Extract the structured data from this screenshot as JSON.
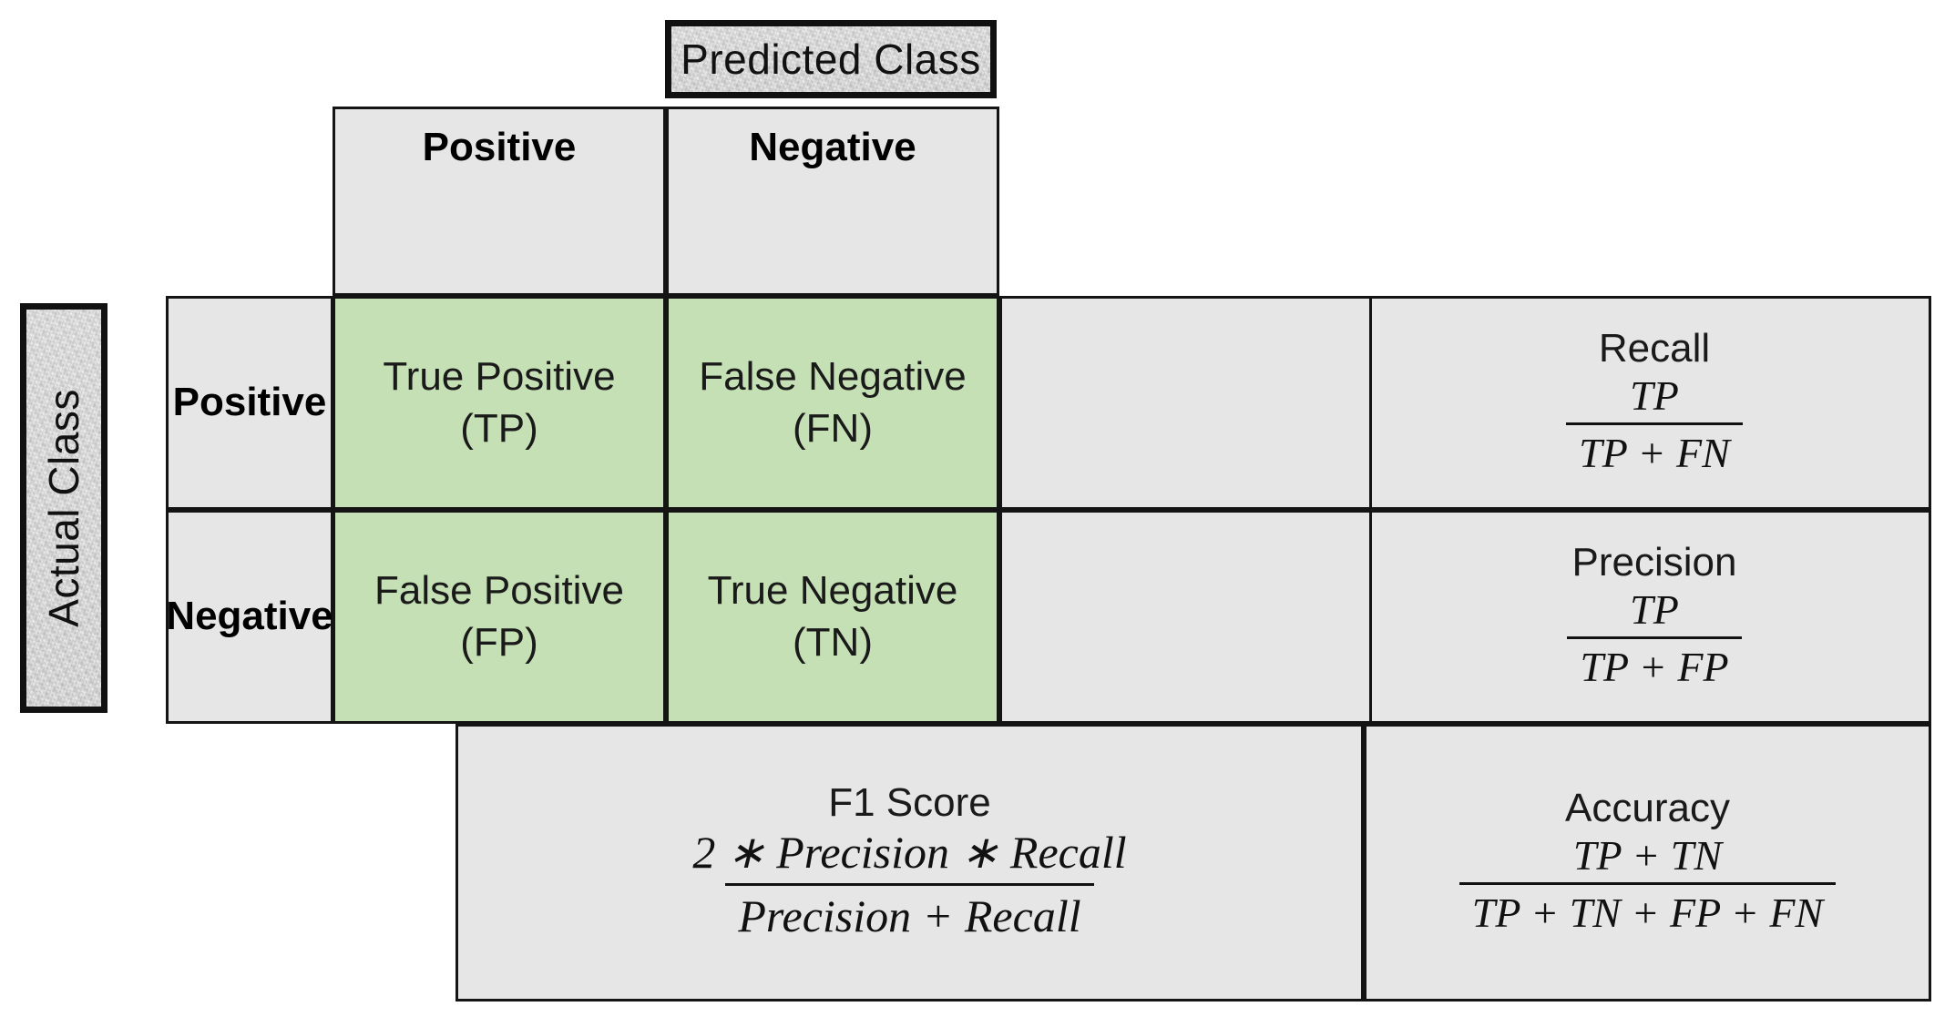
{
  "titles": {
    "predicted_class": "Predicted Class",
    "actual_class": "Actual Class"
  },
  "column_headers": {
    "positive": "Positive",
    "negative": "Negative"
  },
  "row_headers": {
    "positive": "Positive",
    "negative": "Negative"
  },
  "matrix": {
    "tp": {
      "name": "True Positive",
      "abbr": "(TP)"
    },
    "fn": {
      "name": "False Negative",
      "abbr": "(FN)"
    },
    "fp": {
      "name": "False Positive",
      "abbr": "(FP)"
    },
    "tn": {
      "name": "True Negative",
      "abbr": "(TN)"
    }
  },
  "metrics": {
    "recall": {
      "label": "Recall",
      "numerator": "TP",
      "denominator": "TP + FN"
    },
    "precision": {
      "label": "Precision",
      "numerator": "TP",
      "denominator": "TP + FP"
    },
    "f1": {
      "label": "F1 Score",
      "numerator": "2 ∗ Precision ∗ Recall",
      "denominator": "Precision + Recall"
    },
    "accuracy": {
      "label": "Accuracy",
      "numerator": "TP + TN",
      "denominator": "TP + TN + FP + FN"
    }
  },
  "colors": {
    "cell_fill": "#e6e6e6",
    "highlight_fill": "#c5e0b4",
    "border": "#141414",
    "text": "#111111",
    "page_background": "#ffffff"
  }
}
